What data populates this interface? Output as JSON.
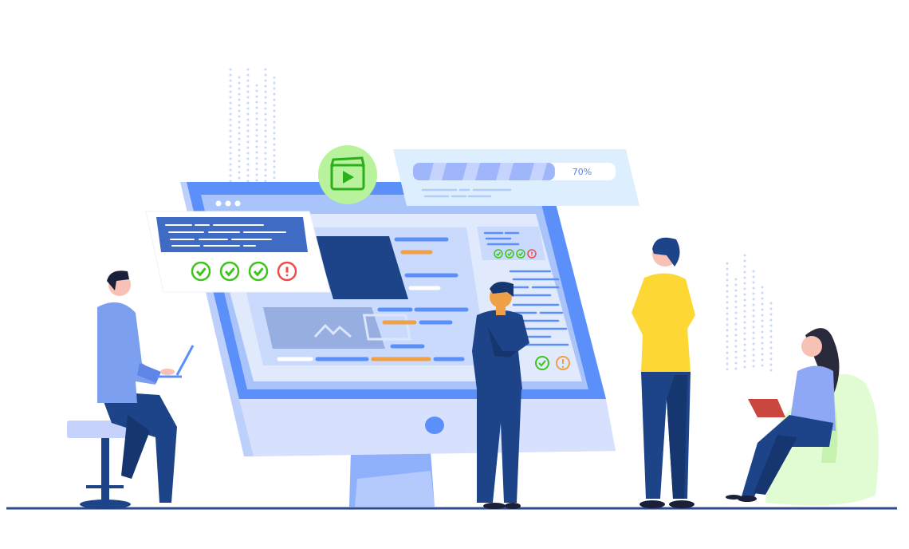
{
  "progress": {
    "label": "70%",
    "value": 0.7
  },
  "checklist": {
    "statuses": [
      "ok",
      "ok",
      "ok",
      "warning"
    ]
  },
  "screen_checklist": {
    "statuses": [
      "ok",
      "ok",
      "ok",
      "warning"
    ]
  },
  "colors": {
    "accent": "#5b8ff9",
    "dark": "#1d4489",
    "ok": "#3ec41c",
    "warn": "#ee4a4a",
    "orange": "#f0a046",
    "yellow": "#fdd835"
  },
  "icons": [
    "play-video-icon",
    "image-icon",
    "check-icon",
    "alert-icon"
  ]
}
